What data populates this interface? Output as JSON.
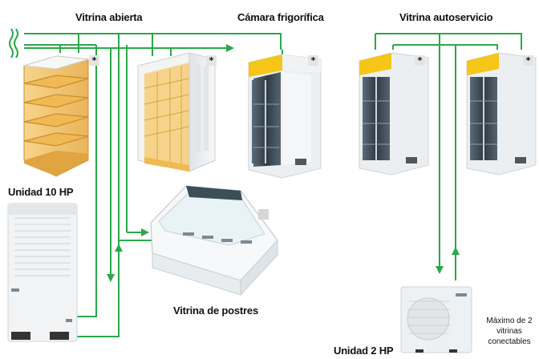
{
  "labels": {
    "open_case": "Vitrina abierta",
    "cold_room": "Cámara frigorífica",
    "self_service_case": "Vitrina autoservicio",
    "unit_10hp": "Unidad 10 HP",
    "dessert_case": "Vitrina de postres",
    "unit_2hp": "Unidad 2 HP",
    "max_note": [
      "Máximo de 2",
      "vitrinas",
      "conectables"
    ]
  },
  "markers": {
    "asterisk": "*"
  },
  "colors": {
    "pipe": "#2aa84a",
    "cabinet_frame": "#e9edf0",
    "cabinet_top": "#f5c518",
    "wood": "#f2c46d"
  }
}
